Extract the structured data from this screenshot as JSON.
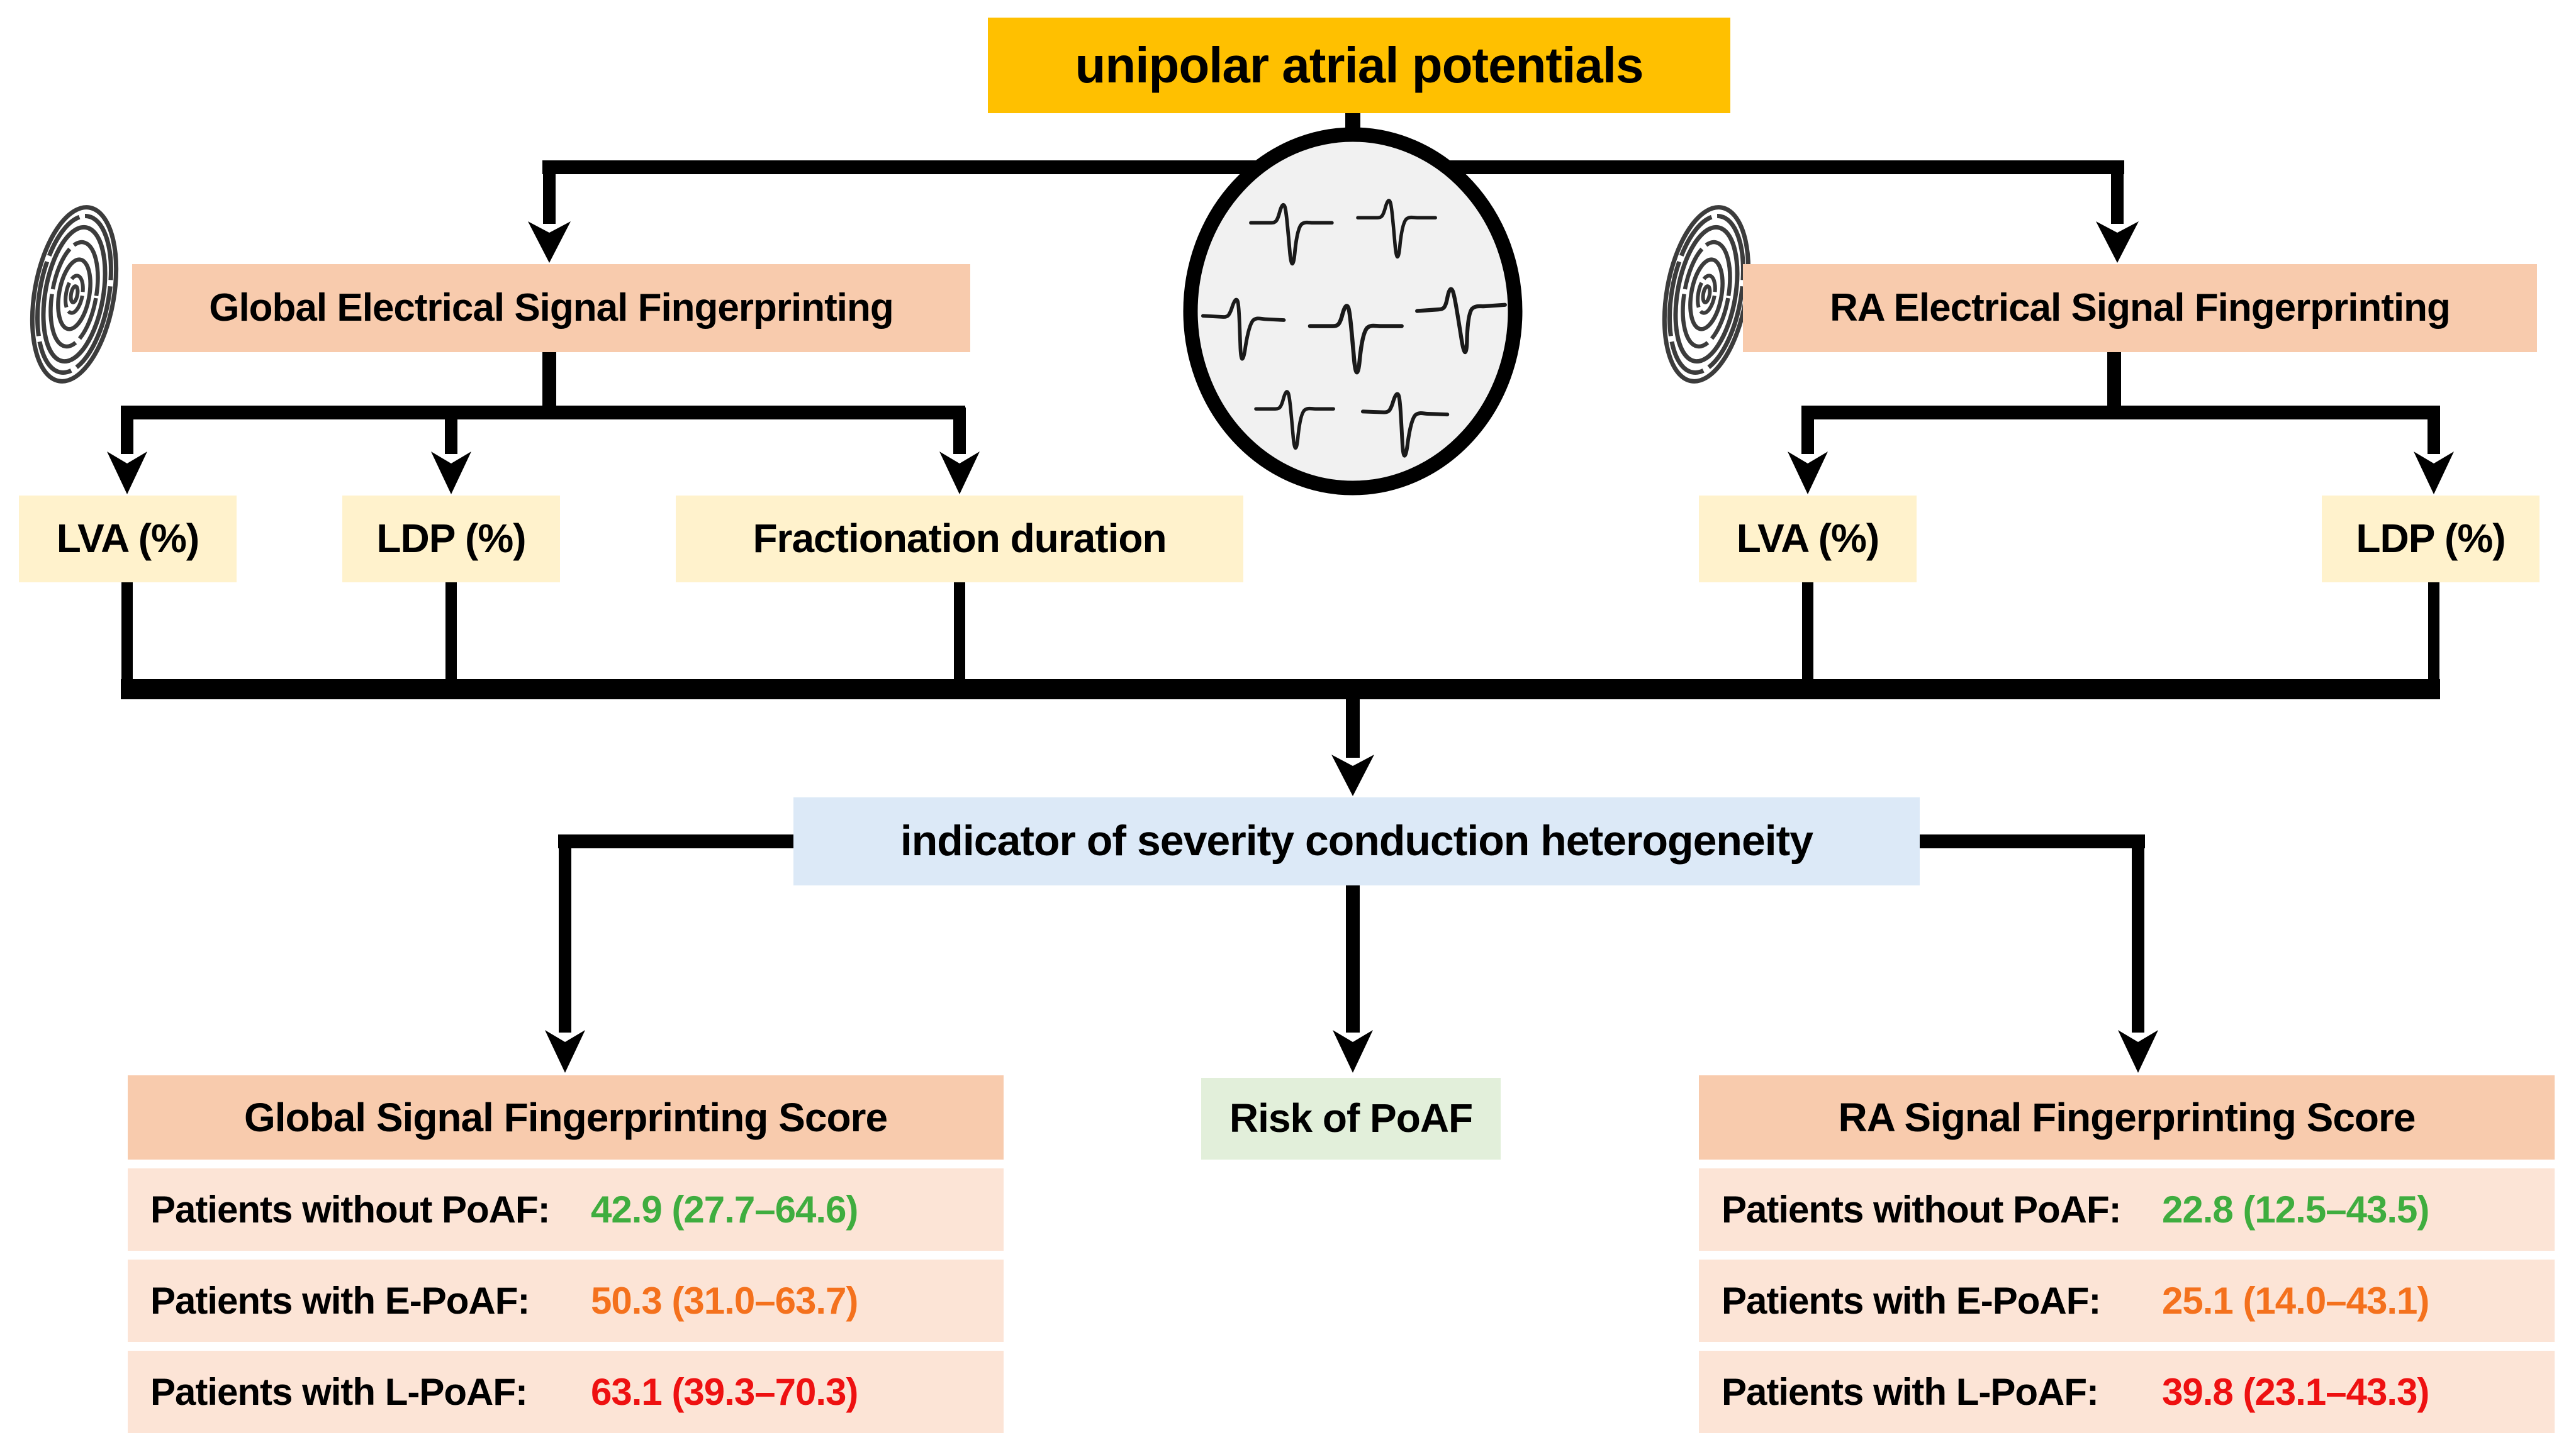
{
  "title": {
    "label": "unipolar atrial potentials"
  },
  "center_icon": {
    "name": "atrial-signals-circle",
    "waveform_count": 7
  },
  "left_branch": {
    "label": "Global Electrical Signal Fingerprinting",
    "metrics": [
      "LVA (%)",
      "LDP (%)",
      "Fractionation duration"
    ]
  },
  "right_branch": {
    "label": "RA Electrical Signal Fingerprinting",
    "metrics": [
      "LVA (%)",
      "LDP (%)"
    ]
  },
  "indicator": {
    "label": "indicator of severity conduction heterogeneity"
  },
  "risk": {
    "label": "Risk of PoAF"
  },
  "global_score": {
    "title": "Global Signal Fingerprinting Score",
    "rows": [
      {
        "label": "Patients without PoAF:",
        "value": "42.9 (27.7–64.6)",
        "status": "green"
      },
      {
        "label": "Patients with E-PoAF:",
        "value": "50.3 (31.0–63.7)",
        "status": "orange"
      },
      {
        "label": "Patients with L-PoAF:",
        "value": "63.1 (39.3–70.3)",
        "status": "red"
      }
    ]
  },
  "ra_score": {
    "title": "RA Signal Fingerprinting Score",
    "rows": [
      {
        "label": "Patients without PoAF:",
        "value": "22.8 (12.5–43.5)",
        "status": "green"
      },
      {
        "label": "Patients with E-PoAF:",
        "value": "25.1 (14.0–43.1)",
        "status": "orange"
      },
      {
        "label": "Patients with L-PoAF:",
        "value": "39.8 (23.1–43.3)",
        "status": "red"
      }
    ]
  },
  "colors": {
    "title_bg": "#FFC000",
    "branch_bg": "#F8CBAD",
    "metric_bg": "#FFF2CC",
    "indicator_bg": "#DCE9F7",
    "risk_bg": "#E2EFDA",
    "score_header_bg": "#F8CBAD",
    "score_row_bg": "#FCE4D6",
    "value_green": "#3FAD3F",
    "value_orange": "#F4711D",
    "value_red": "#EE1111",
    "connector": "#000000"
  }
}
